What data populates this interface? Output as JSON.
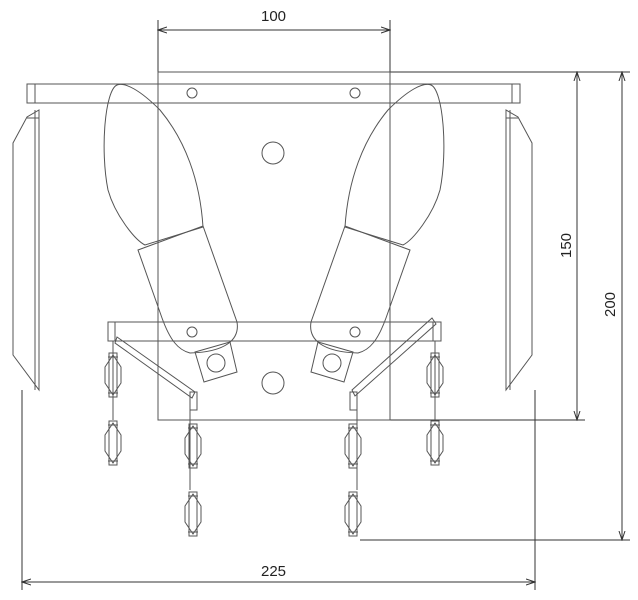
{
  "dimensions": {
    "top_width": "100",
    "inner_height": "150",
    "total_height": "200",
    "total_width": "225"
  },
  "colors": {
    "line": "#555555",
    "dimension": "#333333"
  }
}
